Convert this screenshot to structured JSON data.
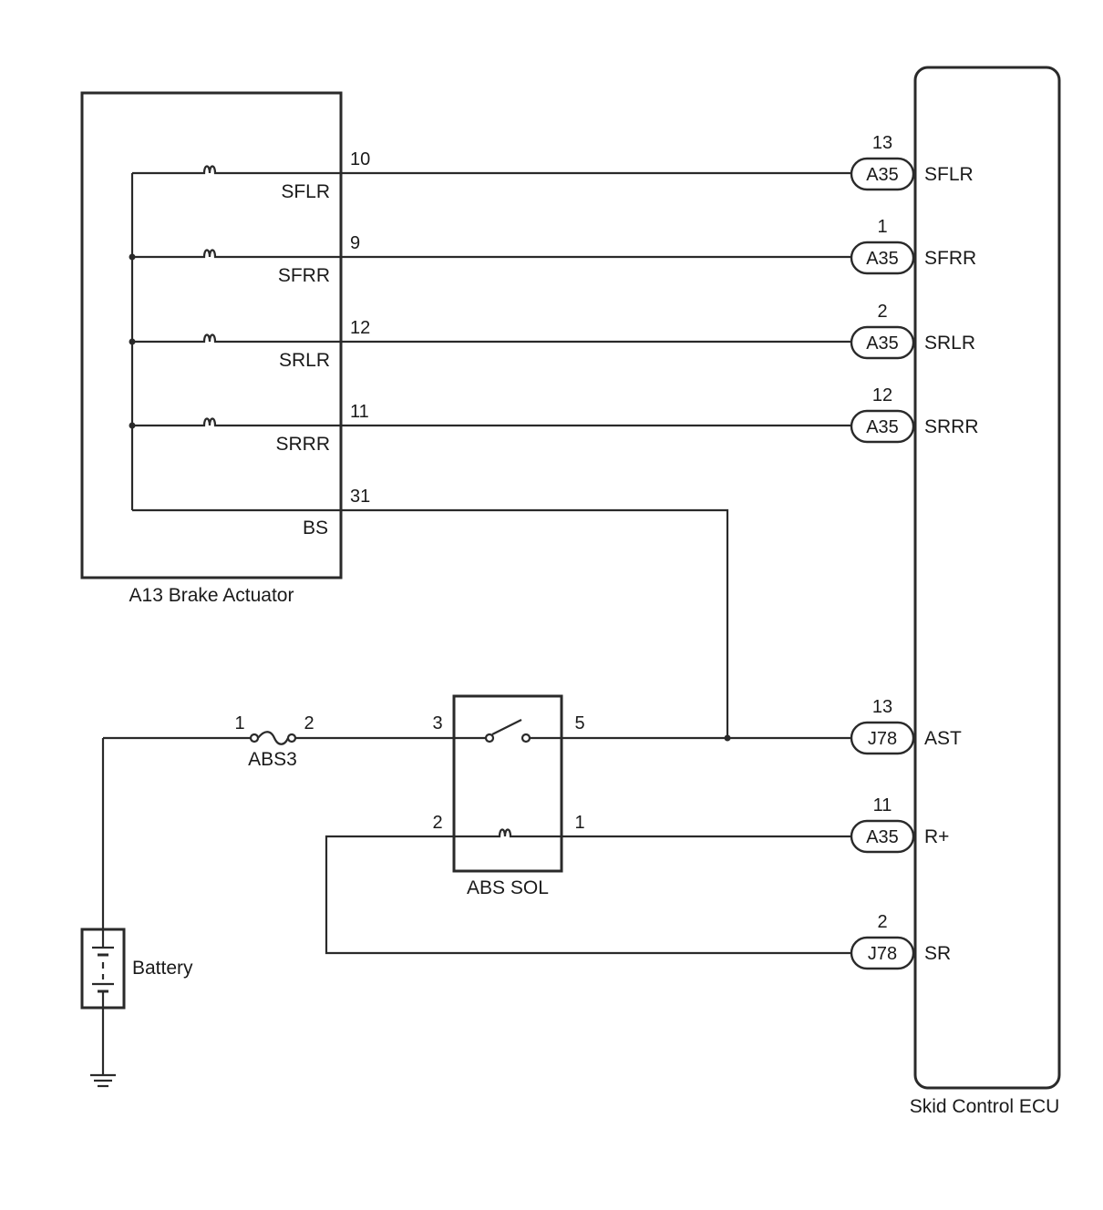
{
  "actuator": {
    "title": "A13  Brake Actuator"
  },
  "ecu": {
    "title": "Skid Control ECU"
  },
  "circuits": [
    {
      "actuator_pin": "10",
      "actuator_label": "SFLR",
      "connector": "A35",
      "ecu_pin": "13",
      "ecu_label": "SFLR"
    },
    {
      "actuator_pin": "9",
      "actuator_label": "SFRR",
      "connector": "A35",
      "ecu_pin": "1",
      "ecu_label": "SFRR"
    },
    {
      "actuator_pin": "12",
      "actuator_label": "SRLR",
      "connector": "A35",
      "ecu_pin": "2",
      "ecu_label": "SRLR"
    },
    {
      "actuator_pin": "11",
      "actuator_label": "SRRR",
      "connector": "A35",
      "ecu_pin": "12",
      "ecu_label": "SRRR"
    }
  ],
  "bs": {
    "pin": "31",
    "label": "BS"
  },
  "relay": {
    "title": "ABS SOL",
    "pin_switch_in": "3",
    "pin_switch_out": "5",
    "pin_coil_left": "2",
    "pin_coil_right": "1"
  },
  "fuse": {
    "label": "ABS3",
    "pin_left": "1",
    "pin_right": "2"
  },
  "battery": {
    "label": "Battery"
  },
  "ecu_lower": [
    {
      "connector": "J78",
      "pin": "13",
      "label": "AST"
    },
    {
      "connector": "A35",
      "pin": "11",
      "label": "R+"
    },
    {
      "connector": "J78",
      "pin": "2",
      "label": "SR"
    }
  ]
}
